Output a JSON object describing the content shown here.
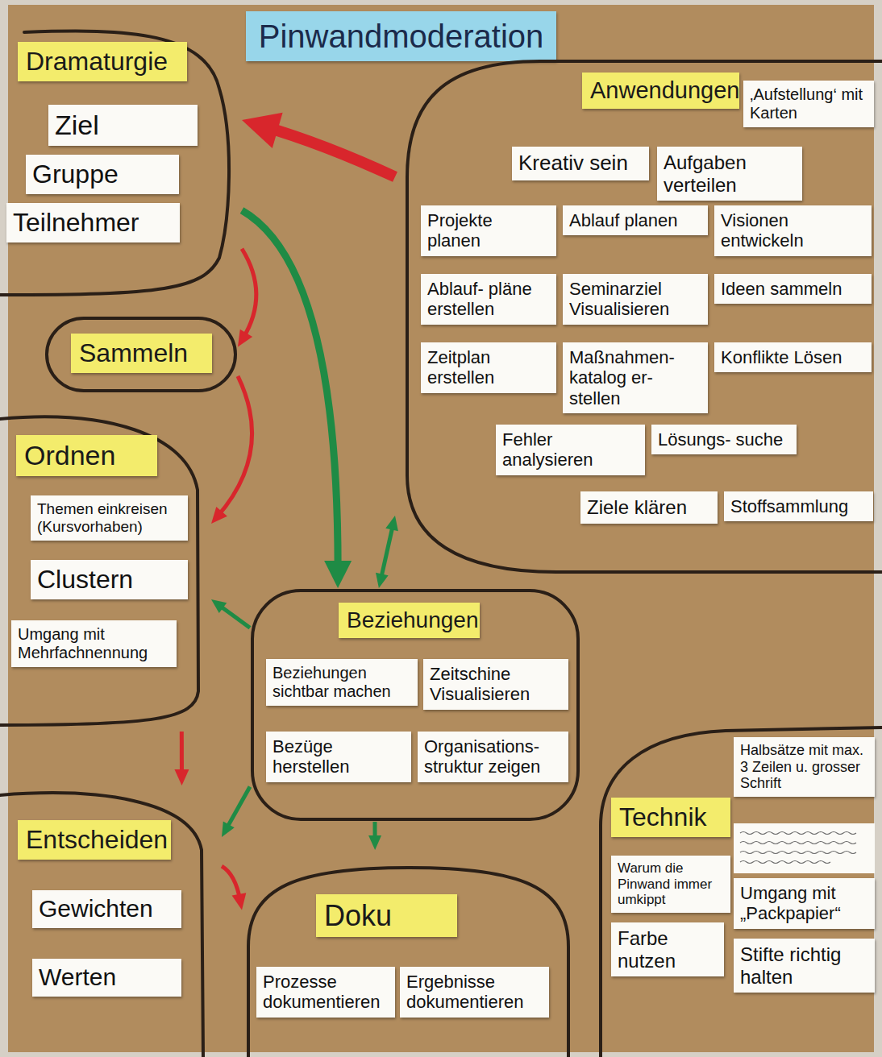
{
  "diagram": {
    "title": "Pinwandmoderation",
    "nodes": [
      {
        "text": [
          "Dramaturgie"
        ]
      },
      {
        "text": [
          "Ziel"
        ],
        "in": 0
      },
      {
        "text": [
          "Gruppe"
        ],
        "in": 0
      },
      {
        "text": [
          "Teilnehmer"
        ],
        "in": 0
      },
      {
        "text": [
          "Anwendungen"
        ]
      },
      {
        "text": [
          "‚Aufstellung‘ mit Karten"
        ],
        "in": 4
      },
      {
        "text": [
          "Kreativ sein"
        ],
        "in": 4
      },
      {
        "text": [
          "Aufgaben verteilen"
        ],
        "in": 4
      },
      {
        "text": [
          "Projekte planen"
        ],
        "in": 4
      },
      {
        "text": [
          "Ablauf planen"
        ],
        "in": 4
      },
      {
        "text": [
          "Visionen entwickeln"
        ],
        "in": 4
      },
      {
        "text": [
          "Ablauf- pläne erstellen"
        ],
        "in": 4
      },
      {
        "text": [
          "Seminarziel Visualisieren"
        ],
        "in": 4
      },
      {
        "text": [
          "Ideen sammeln"
        ],
        "in": 4
      },
      {
        "text": [
          "Zeitplan erstellen"
        ],
        "in": 4
      },
      {
        "text": [
          "Maßnahmen- katalog er- stellen"
        ],
        "in": 4
      },
      {
        "text": [
          "Konflikte Lösen"
        ],
        "in": 4
      },
      {
        "text": [
          "Fehler analysieren"
        ],
        "in": 4
      },
      {
        "text": [
          "Lösungs- suche"
        ],
        "in": 4
      },
      {
        "text": [
          "Ziele klären"
        ],
        "in": 4
      },
      {
        "text": [
          "Stoffsammlung"
        ],
        "in": 4
      },
      {
        "text": [
          "Sammeln"
        ]
      },
      {
        "text": [
          "Ordnen"
        ]
      },
      {
        "text": [
          "Themen einkreisen (Kursvorhaben)"
        ],
        "in": 22
      },
      {
        "text": [
          "Clustern"
        ],
        "in": 22
      },
      {
        "text": [
          "Umgang mit Mehrfachnennung"
        ],
        "in": 22
      },
      {
        "text": [
          "Beziehungen"
        ]
      },
      {
        "text": [
          "Beziehungen sichtbar machen"
        ],
        "in": 26
      },
      {
        "text": [
          "Zeitschine Visualisieren"
        ],
        "in": 26
      },
      {
        "text": [
          "Bezüge herstellen"
        ],
        "in": 26
      },
      {
        "text": [
          "Organisations- struktur zeigen"
        ],
        "in": 26
      },
      {
        "text": [
          "Entscheiden"
        ]
      },
      {
        "text": [
          "Gewichten"
        ],
        "in": 31
      },
      {
        "text": [
          "Werten"
        ],
        "in": 31
      },
      {
        "text": [
          "Doku"
        ]
      },
      {
        "text": [
          "Prozesse dokumentieren"
        ],
        "in": 34
      },
      {
        "text": [
          "Ergebnisse dokumentieren"
        ],
        "in": 34
      },
      {
        "text": [
          "Technik"
        ]
      },
      {
        "text": [
          "Halbsätze mit max. 3 Zeilen u. grosser Schrift"
        ],
        "in": 37
      },
      {
        "text": [
          "Warum die Pinwand immer umkippt"
        ],
        "in": 37
      },
      {
        "text": [
          "Umgang mit „Packpapier“"
        ],
        "in": 37
      },
      {
        "text": [
          "Farbe nutzen"
        ],
        "in": 37
      },
      {
        "text": [
          "Stifte richtig halten"
        ],
        "in": 37
      }
    ],
    "edges": [
      {
        "from": 4,
        "to": 0,
        "arrow": "to"
      },
      {
        "from": 0,
        "to": 26,
        "arrow": "to"
      },
      {
        "from": 0,
        "to": 21,
        "arrow": "to"
      },
      {
        "from": 21,
        "to": 22,
        "arrow": "to"
      },
      {
        "from": 26,
        "to": 4,
        "arrow": "both"
      },
      {
        "from": 26,
        "to": 22,
        "arrow": "to"
      },
      {
        "from": 22,
        "to": 31,
        "arrow": "to"
      },
      {
        "from": 26,
        "to": 31,
        "arrow": "to"
      },
      {
        "from": 26,
        "to": 34,
        "arrow": "to"
      },
      {
        "from": 31,
        "to": 34,
        "arrow": "to"
      }
    ]
  }
}
